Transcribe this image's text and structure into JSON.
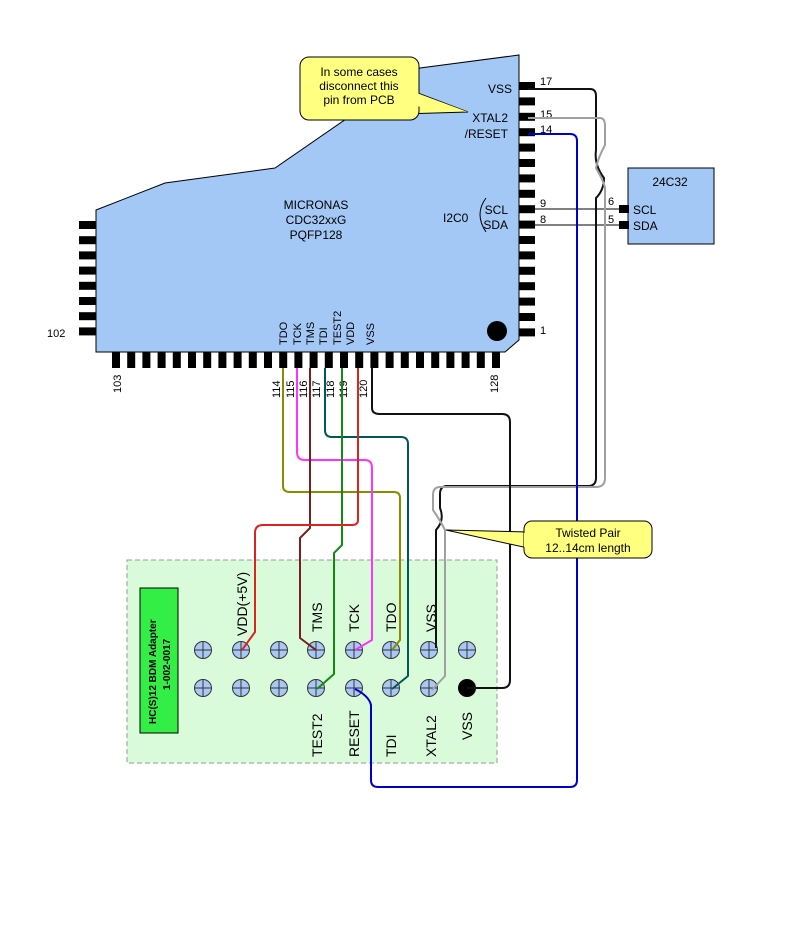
{
  "chip": {
    "vendor": "MICRONAS",
    "part": "CDC32xxG",
    "package": "PQFP128",
    "fill": "#a3c8f5",
    "right_pins": {
      "vss": {
        "name": "VSS",
        "num": "17"
      },
      "xtal2": {
        "name": "XTAL2",
        "num": "15"
      },
      "reset": {
        "name": "/RESET",
        "num": "14"
      },
      "scl": {
        "name": "SCL",
        "num": "9"
      },
      "sda": {
        "name": "SDA",
        "num": "8"
      },
      "i2c_label": "I2C0",
      "pin1": "1"
    },
    "left_pin": "102",
    "bottom_first": "103",
    "bottom_last": "128",
    "bottom_pins": [
      {
        "name": "TDO",
        "num": "114"
      },
      {
        "name": "TCK",
        "num": "115"
      },
      {
        "name": "TMS",
        "num": "116"
      },
      {
        "name": "TDI",
        "num": "117"
      },
      {
        "name": "TEST2",
        "num": "118"
      },
      {
        "name": "VDD",
        "num": "119"
      },
      {
        "name": "VSS",
        "num": "120"
      }
    ]
  },
  "callout_disconnect": {
    "lines": [
      "In some cases",
      "disconnect this",
      "pin from PCB"
    ],
    "fill": "#ffff80"
  },
  "eeprom": {
    "title": "24C32",
    "scl": "SCL",
    "sda": "SDA",
    "scl_pin": "6",
    "sda_pin": "5"
  },
  "callout_twisted": {
    "lines": [
      "Twisted Pair",
      "12..14cm  length"
    ]
  },
  "adapter": {
    "title": "HC(S)12 BDM Adapter",
    "part_no": "1-002-0017",
    "title_fill": "#33ee44",
    "board_fill": "#d9fbd9",
    "top_labels": [
      "VDD(+5V)",
      "TMS",
      "TCK",
      "TDO",
      "VSS"
    ],
    "bottom_labels": [
      "TEST2",
      "RESET",
      "TDI",
      "XTAL2",
      "VSS"
    ]
  },
  "colors": {
    "tdo": "#8b8b00",
    "tck": "#ff33ff",
    "tms": "#7a1f1f",
    "tdi": "#005858",
    "test2": "#138b13",
    "vdd": "#dd2222",
    "vss": "#111111",
    "xtal2": "#a0a0a0",
    "reset": "#0000cc"
  }
}
